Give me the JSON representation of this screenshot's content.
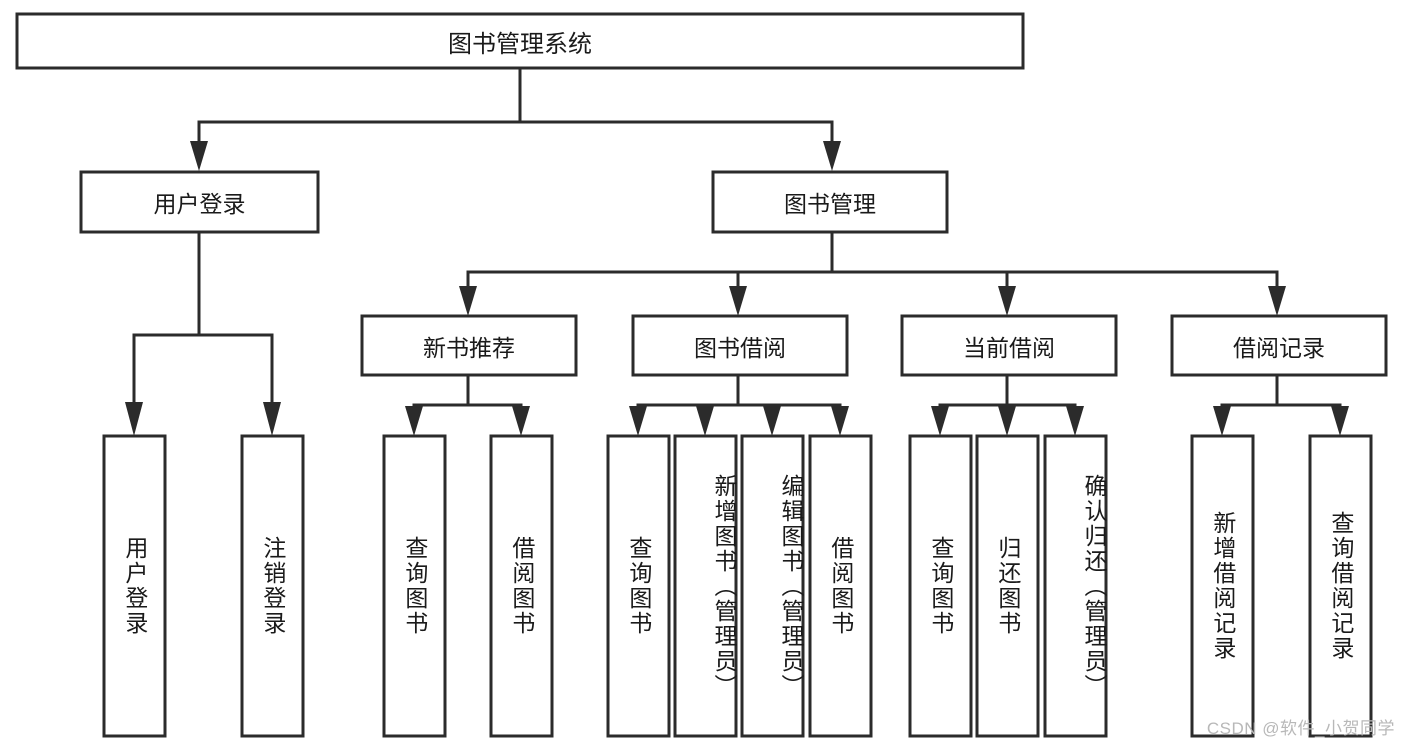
{
  "diagram": {
    "type": "tree",
    "orientation": "top-down",
    "title": "图书管理系统",
    "theme": {
      "box_stroke": "#2b2b2b",
      "box_fill": "#ffffff",
      "connector": "#2b2b2b",
      "text": "#1a1a1a",
      "background": "#ffffff",
      "watermark_color": "#b8b8b8"
    },
    "root": {
      "id": "root",
      "label": "图书管理系统",
      "orientation": "horizontal"
    },
    "level2": [
      {
        "id": "user-login",
        "label": "用户登录",
        "orientation": "horizontal"
      },
      {
        "id": "book-manage",
        "label": "图书管理",
        "orientation": "horizontal"
      }
    ],
    "level3": [
      {
        "id": "new-book-recommend",
        "label": "新书推荐",
        "orientation": "horizontal",
        "parent": "book-manage"
      },
      {
        "id": "book-borrow",
        "label": "图书借阅",
        "orientation": "horizontal",
        "parent": "book-manage"
      },
      {
        "id": "current-borrow",
        "label": "当前借阅",
        "orientation": "horizontal",
        "parent": "book-manage"
      },
      {
        "id": "borrow-record",
        "label": "借阅记录",
        "orientation": "horizontal",
        "parent": "book-manage"
      }
    ],
    "leaves": [
      {
        "id": "leaf-user-login",
        "label": "用户登录",
        "orientation": "vertical",
        "parent": "user-login"
      },
      {
        "id": "leaf-logout-login",
        "label": "注销登录",
        "orientation": "vertical",
        "parent": "user-login"
      },
      {
        "id": "leaf-query-book-1",
        "label": "查询图书",
        "orientation": "vertical",
        "parent": "new-book-recommend"
      },
      {
        "id": "leaf-borrow-book-1",
        "label": "借阅图书",
        "orientation": "vertical",
        "parent": "new-book-recommend"
      },
      {
        "id": "leaf-query-book-2",
        "label": "查询图书",
        "orientation": "vertical",
        "parent": "book-borrow"
      },
      {
        "id": "leaf-add-book",
        "label": "新增图书（管理员）",
        "orientation": "vertical",
        "parent": "book-borrow"
      },
      {
        "id": "leaf-edit-book",
        "label": "编辑图书（管理员）",
        "orientation": "vertical",
        "parent": "book-borrow"
      },
      {
        "id": "leaf-borrow-book-2",
        "label": "借阅图书",
        "orientation": "vertical",
        "parent": "book-borrow"
      },
      {
        "id": "leaf-query-book-3",
        "label": "查询图书",
        "orientation": "vertical",
        "parent": "current-borrow"
      },
      {
        "id": "leaf-return-book",
        "label": "归还图书",
        "orientation": "vertical",
        "parent": "current-borrow"
      },
      {
        "id": "leaf-confirm-return",
        "label": "确认归还（管理员）",
        "orientation": "vertical",
        "parent": "current-borrow"
      },
      {
        "id": "leaf-add-record",
        "label": "新增借阅记录",
        "orientation": "vertical",
        "parent": "borrow-record"
      },
      {
        "id": "leaf-query-record",
        "label": "查询借阅记录",
        "orientation": "vertical",
        "parent": "borrow-record"
      }
    ],
    "watermark": "CSDN @软件_小贺同学"
  }
}
